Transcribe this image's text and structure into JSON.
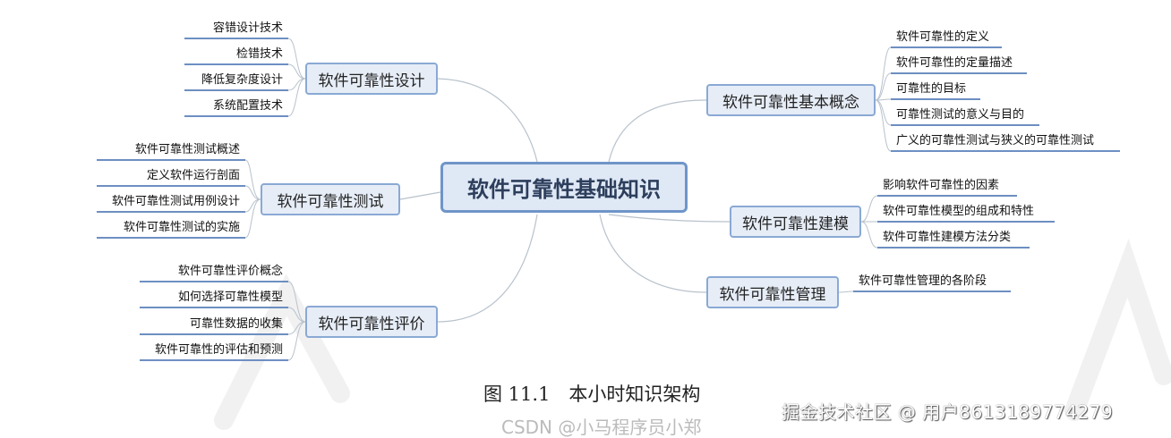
{
  "center": "软件可靠性基础知识",
  "branches": {
    "design": {
      "label": "软件可靠性设计",
      "items": [
        "容错设计技术",
        "检错技术",
        "降低复杂度设计",
        "系统配置技术"
      ]
    },
    "testing": {
      "label": "软件可靠性测试",
      "items": [
        "软件可靠性测试概述",
        "定义软件运行剖面",
        "软件可靠性测试用例设计",
        "软件可靠性测试的实施"
      ]
    },
    "evaluation": {
      "label": "软件可靠性评价",
      "items": [
        "软件可靠性评价概念",
        "如何选择可靠性模型",
        "可靠性数据的收集",
        "软件可靠性的评估和预测"
      ]
    },
    "concepts": {
      "label": "软件可靠性基本概念",
      "items": [
        "软件可靠性的定义",
        "软件可靠性的定量描述",
        "可靠性的目标",
        "可靠性测试的意义与目的",
        "广义的可靠性测试与狭义的可靠性测试"
      ]
    },
    "modeling": {
      "label": "软件可靠性建模",
      "items": [
        "影响软件可靠性的因素",
        "软件可靠性模型的组成和特性",
        "软件可靠性建模方法分类"
      ]
    },
    "management": {
      "label": "软件可靠性管理",
      "items": [
        "软件可靠性管理的各阶段"
      ]
    }
  },
  "caption": "图 11.1　本小时知识架构",
  "watermark": "掘金技术社区 @ 用户8613189774279",
  "watermark_faint": "CSDN @小马程序员小郑",
  "colors": {
    "node_border": "#8aa9d4",
    "node_fill": "#e6edf7",
    "center_fill": "#dfe8f5",
    "center_text": "#2d3e5c",
    "leaf_underline": "#6d8fc2"
  }
}
